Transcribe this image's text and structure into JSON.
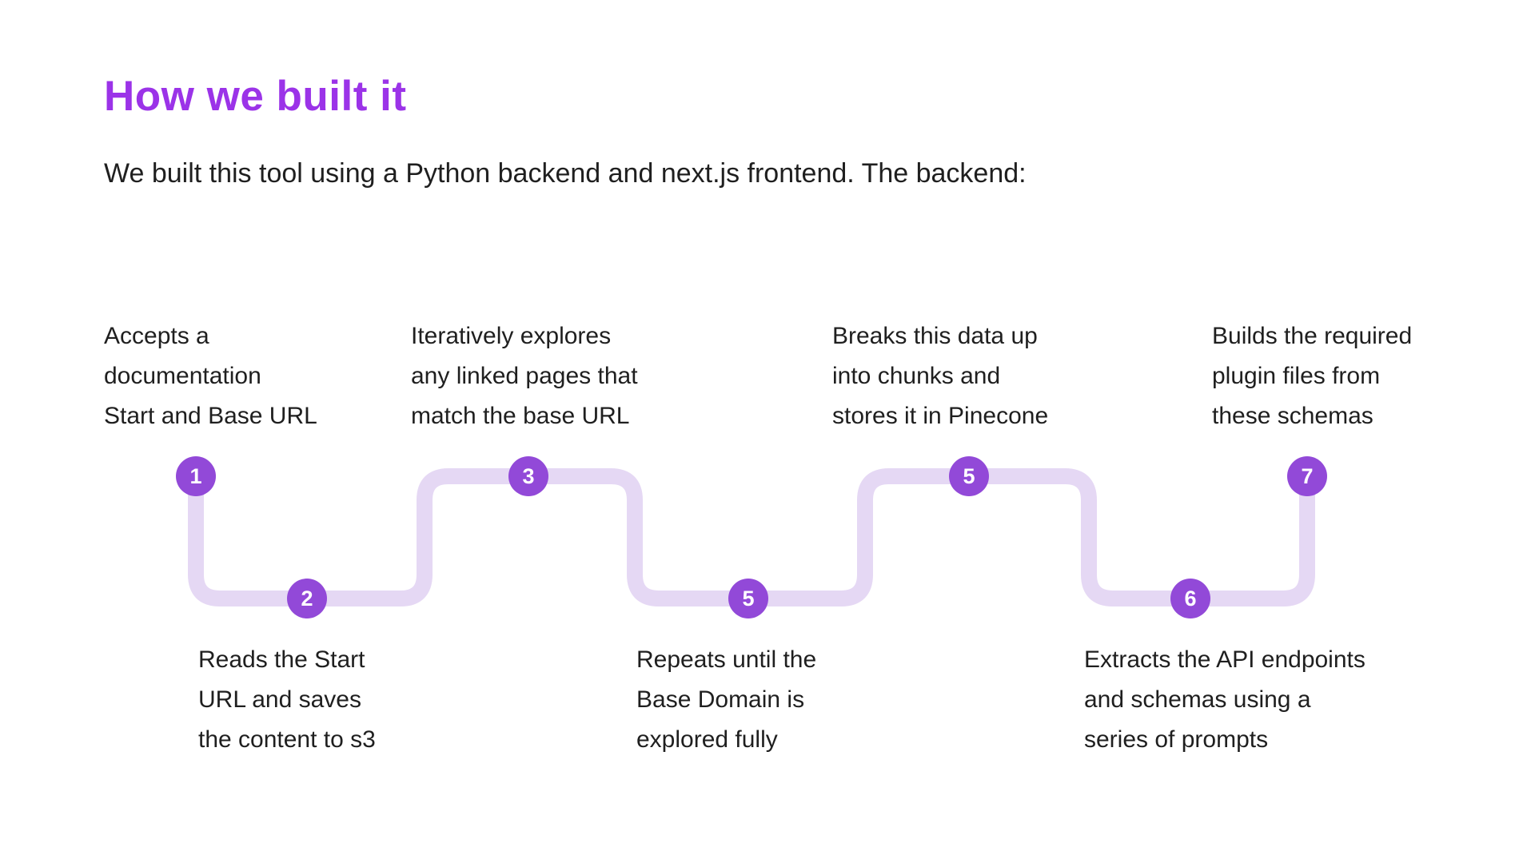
{
  "page": {
    "title": "How we built it",
    "subtitle": "We built this tool using a Python backend and next.js frontend. The backend:"
  },
  "colors": {
    "accent_purple": "#9b33e8",
    "node_purple": "#9249d8",
    "path_lavender": "#e5d8f4",
    "text_dark": "#1f1f1f"
  },
  "steps": [
    {
      "number": "1",
      "position": "top",
      "label": "Accepts a\ndocumentation\nStart and Base URL"
    },
    {
      "number": "2",
      "position": "bottom",
      "label": "Reads the Start\nURL and saves\nthe content to s3"
    },
    {
      "number": "3",
      "position": "top",
      "label": "Iteratively explores\nany linked pages that\nmatch the base URL"
    },
    {
      "number": "5",
      "position": "bottom",
      "label": "Repeats until the\nBase Domain is\nexplored fully"
    },
    {
      "number": "5",
      "position": "top",
      "label": "Breaks this data up\ninto chunks and\nstores it in Pinecone"
    },
    {
      "number": "6",
      "position": "bottom",
      "label": "Extracts the API endpoints\nand schemas using a\nseries of prompts"
    },
    {
      "number": "7",
      "position": "top",
      "label": "Builds the required\nplugin files from\nthese schemas"
    }
  ]
}
